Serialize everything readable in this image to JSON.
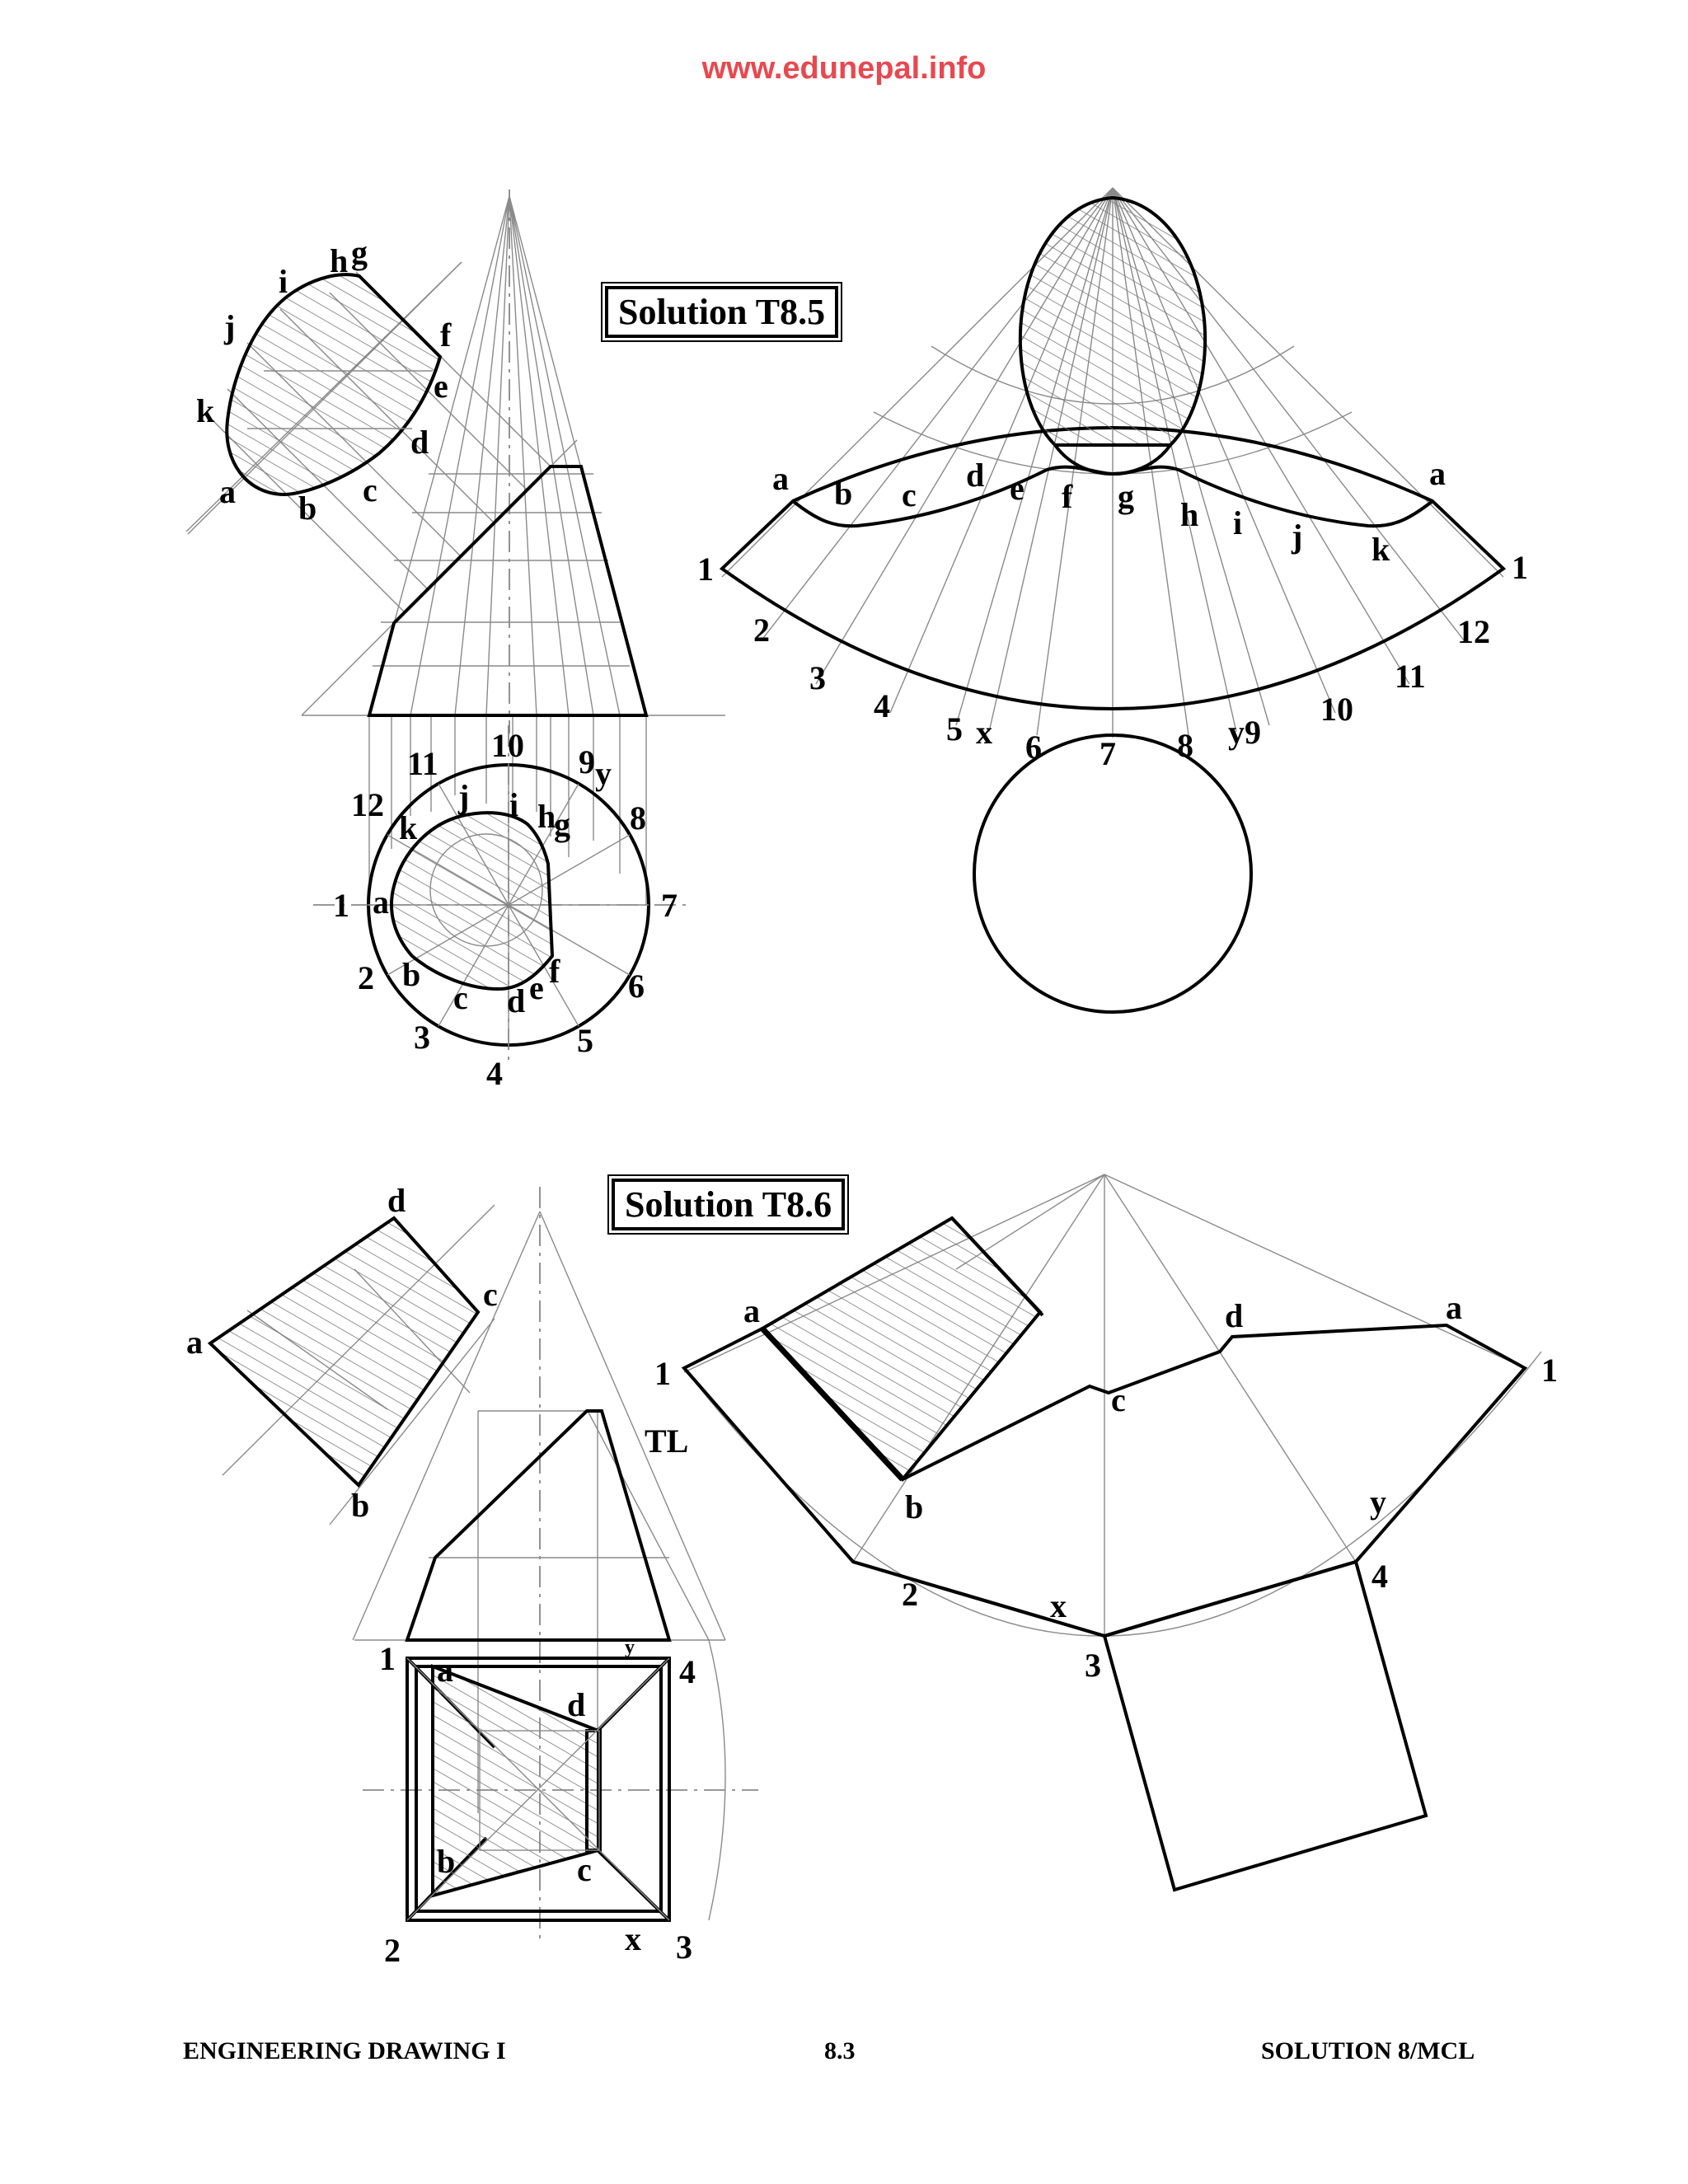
{
  "header": {
    "url": "www.edunepal.info"
  },
  "solution_t85": {
    "title": "Solution T8.5",
    "aux_labels": [
      "a",
      "b",
      "c",
      "d",
      "e",
      "f",
      "g",
      "h",
      "i",
      "j",
      "k"
    ],
    "plan_outer_labels": [
      "1",
      "2",
      "3",
      "4",
      "5",
      "6",
      "7",
      "8",
      "9",
      "10",
      "11",
      "12"
    ],
    "plan_inner_labels": [
      "a",
      "b",
      "c",
      "d",
      "e",
      "f",
      "g",
      "h",
      "i",
      "j",
      "k"
    ],
    "plan_extra": [
      "y"
    ],
    "dev_top_labels": [
      "a",
      "b",
      "c",
      "d",
      "e",
      "f",
      "g",
      "h",
      "i",
      "j",
      "k",
      "a"
    ],
    "dev_bottom_labels": [
      "1",
      "2",
      "3",
      "4",
      "5",
      "x",
      "6",
      "7",
      "8",
      "y9",
      "10",
      "11",
      "12",
      "1"
    ]
  },
  "solution_t86": {
    "title": "Solution T8.6",
    "aux_labels": [
      "a",
      "b",
      "c",
      "d"
    ],
    "tl_label": "TL",
    "plan_labels": [
      "1",
      "2",
      "3",
      "4",
      "a",
      "b",
      "c",
      "d",
      "x",
      "y"
    ],
    "dev_labels": [
      "a",
      "1",
      "b",
      "c",
      "d",
      "a",
      "1",
      "2",
      "x",
      "3",
      "y",
      "4"
    ]
  },
  "footer": {
    "left": "ENGINEERING DRAWING I",
    "center": "8.3",
    "right": "SOLUTION   8/MCL"
  }
}
